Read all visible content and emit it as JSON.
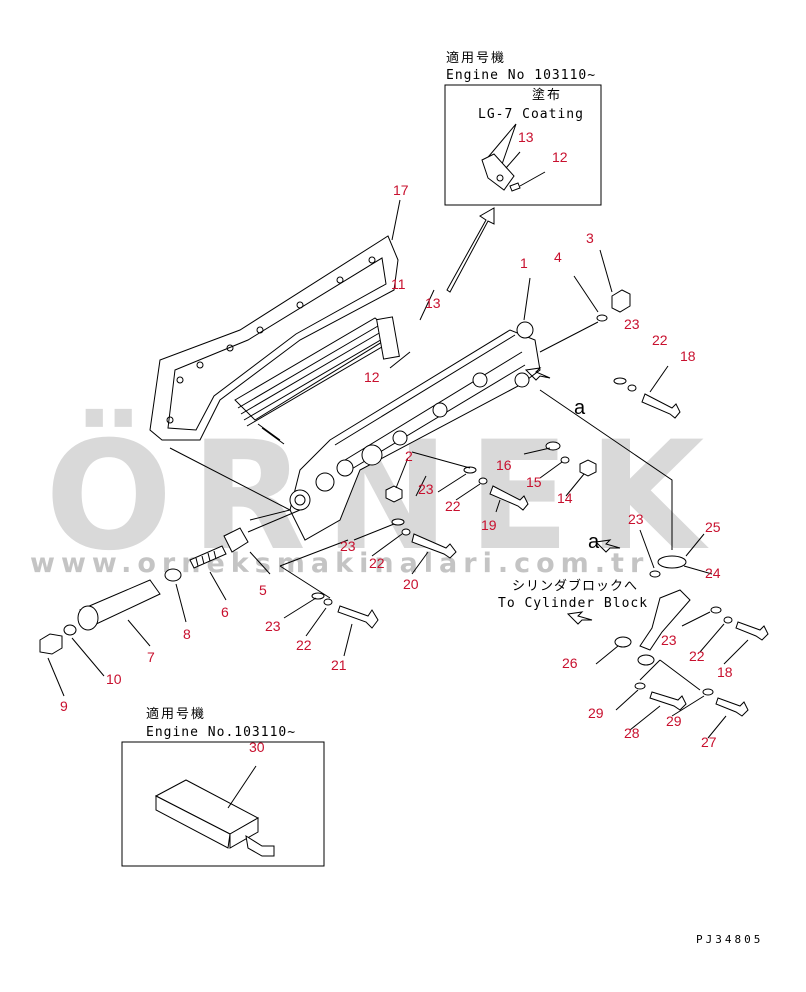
{
  "watermark": {
    "brand": "ÖRNEK",
    "url": "www.orneksmakinalari.com.tr",
    "accent_color": "#f5c518"
  },
  "inset_top": {
    "applicable_jp": "適用号機",
    "engine_no": "Engine No 103110~",
    "coating_jp": "塗布",
    "coating": "LG-7 Coating"
  },
  "inset_bottom": {
    "applicable_jp": "適用号機",
    "engine_no": "Engine No.103110~"
  },
  "cylinder_label_jp": "シリンダブロックへ",
  "cylinder_label": "To Cylinder Block",
  "view_marks": [
    "a",
    "a"
  ],
  "drawing_code": "PJ34805",
  "callouts": {
    "n1": "1",
    "n2": "2",
    "n3": "3",
    "n4": "4",
    "n5": "5",
    "n6": "6",
    "n7": "7",
    "n8": "8",
    "n9": "9",
    "n10": "10",
    "n11": "11",
    "n12a": "12",
    "n12b": "12",
    "n13a": "13",
    "n13b": "13",
    "n14": "14",
    "n15": "15",
    "n16": "16",
    "n17": "17",
    "n18a": "18",
    "n18b": "18",
    "n19": "19",
    "n20": "20",
    "n21": "21",
    "n22a": "22",
    "n22b": "22",
    "n22c": "22",
    "n22d": "22",
    "n22e": "22",
    "n23a": "23",
    "n23b": "23",
    "n23c": "23",
    "n23d": "23",
    "n23e": "23",
    "n23f": "23",
    "n24": "24",
    "n25": "25",
    "n26": "26",
    "n27": "27",
    "n28": "28",
    "n29a": "29",
    "n29b": "29",
    "n30": "30"
  }
}
